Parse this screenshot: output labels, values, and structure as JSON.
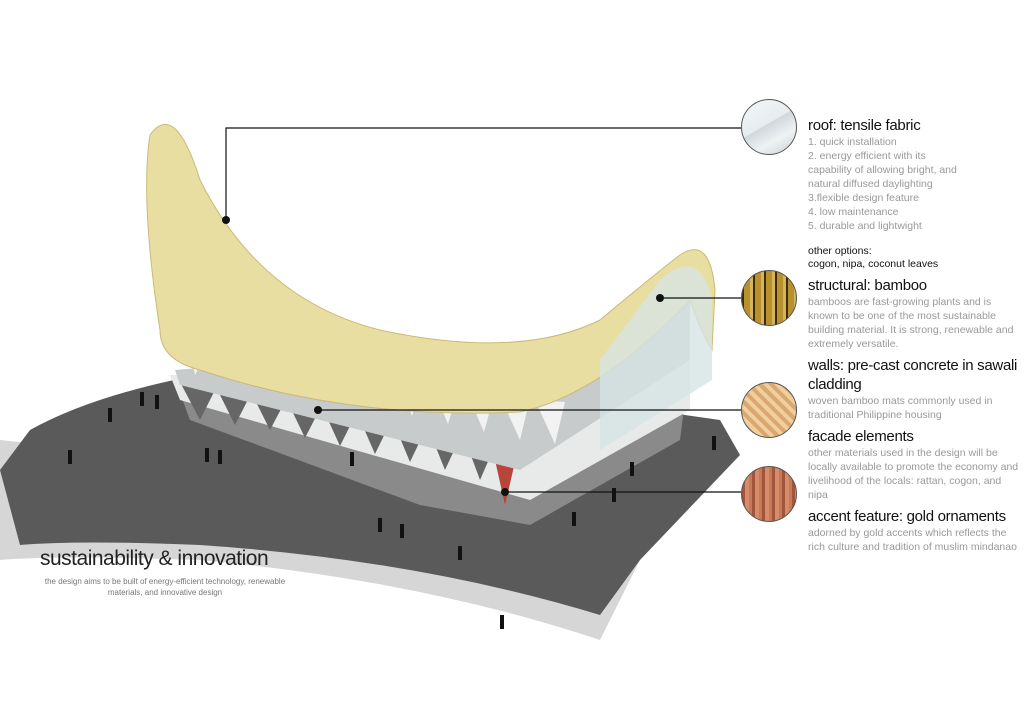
{
  "callouts": [
    {
      "id": "roof",
      "title": "roof: tensile fabric",
      "lines": [
        "1. quick installation",
        "2. energy efficient with its",
        "capability of allowing bright, and",
        "natural diffused daylighting",
        "3.flexible design feature",
        "4. low maintenance",
        "5. durable and lightwight"
      ]
    },
    {
      "id": "structural",
      "title": "structural: bamboo",
      "text": "bamboos are fast-growing plants and is known to be one of the most sustainable building material. It is strong, renewable and extremely versatile."
    },
    {
      "id": "walls",
      "title": "walls: pre-cast concrete in sawali  cladding",
      "text": "woven bamboo mats commonly used in traditional Philippine housing"
    },
    {
      "id": "facade",
      "title": "facade elements",
      "text": "other materials used in the design will be locally available to promote the economy and livelihood of the locals: rattan, cogon, and nipa"
    },
    {
      "id": "accent",
      "title": "accent feature:  gold ornaments",
      "text": "adorned by gold accents which reflects the rich culture and tradition of muslim mindanao"
    }
  ],
  "other_options": {
    "label": "other options:",
    "value": "cogon, nipa, coconut leaves"
  },
  "heading": {
    "title": "sustainability & innovation",
    "subtitle": "the design aims to be built of energy-efficient  technology, renewable materials, and innovative design"
  },
  "colors": {
    "roof": "#e9dea2",
    "ground": "#555555",
    "path": "#d4d4d4"
  }
}
